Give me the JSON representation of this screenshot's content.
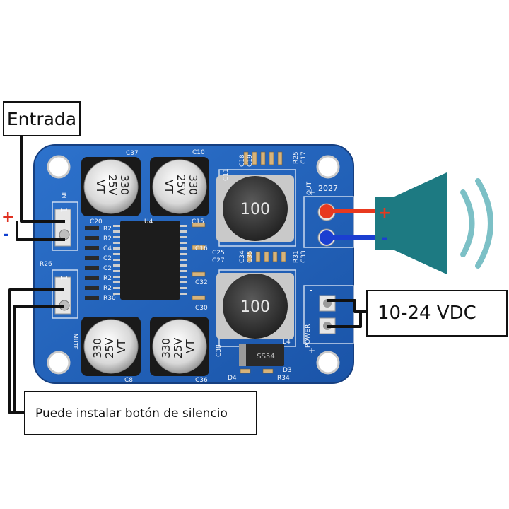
{
  "labels": {
    "input": "Entrada",
    "power": "10-24 VDC",
    "mute": "Puede instalar botón de silencio"
  },
  "polarity": {
    "plus": "+",
    "minus": "-"
  },
  "board": {
    "capacitors": [
      {
        "value": "330",
        "voltage": "25V",
        "series": "VT"
      },
      {
        "value": "330",
        "voltage": "25V",
        "series": "VT"
      },
      {
        "value": "330",
        "voltage": "25V",
        "series": "VT"
      },
      {
        "value": "330",
        "voltage": "25V",
        "series": "VT"
      }
    ],
    "inductors": [
      "100",
      "100"
    ],
    "silk": {
      "c37": "C37",
      "c10": "C10",
      "c18": "C18",
      "c19": "C19",
      "r25": "R25",
      "c17": "C17",
      "c11": "C11",
      "c20": "C20",
      "u4": "U4",
      "c15": "C15",
      "c16": "C16",
      "c25": "C25",
      "c27": "C27",
      "c34": "C34",
      "c35": "C35",
      "r31": "R31",
      "c33": "C33",
      "r26": "R26",
      "c32": "C32",
      "c30": "C30",
      "c38": "C38",
      "l4": "L4",
      "d3": "D3",
      "d4": "D4",
      "r34": "R34",
      "c8": "C8",
      "c36": "C36",
      "out": "OUT",
      "out_plus": "+",
      "year": "2027",
      "out_minus": "-",
      "power": "POWER",
      "pwr_minus": "-",
      "pwr_plus": "+",
      "mute": "MUTE",
      "in_l": "IN",
      "in_num": "1",
      "mute_num": "1",
      "left_col": [
        "R2",
        "R2",
        "C4",
        "C2",
        "C2",
        "R2",
        "R2",
        "R30"
      ],
      "diode_code": "SS54"
    }
  },
  "colors": {
    "board": "#1f5fb8",
    "board_dark": "#174a93",
    "wire_red": "#e8391f",
    "wire_blue": "#1b3fd1",
    "speaker": "#1d7a82",
    "waves": "#7cc0c6",
    "wire_black": "#111111"
  }
}
